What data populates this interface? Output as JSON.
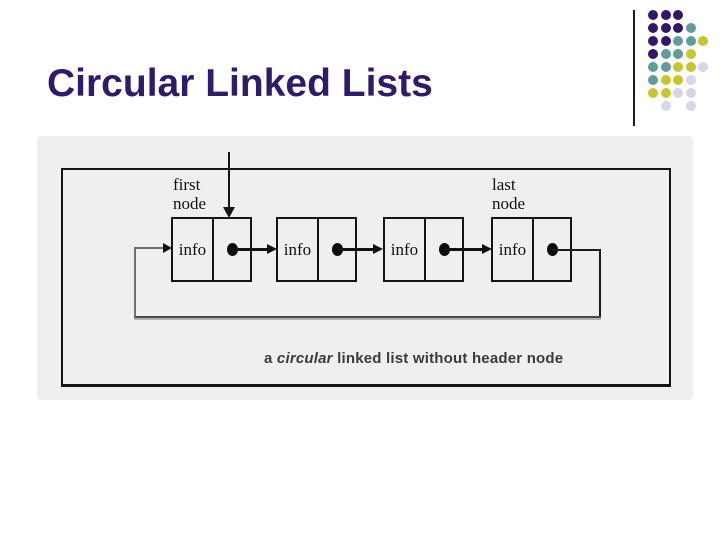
{
  "slide": {
    "title": "Circular Linked Lists",
    "title_color": "#301a6b",
    "panel_bg": "#efefef",
    "line_color": "#151515"
  },
  "decoration": {
    "colors": {
      "purple": "#31176b",
      "teal": "#5d9e9b",
      "yellow": "#c6c62d",
      "lavender": "#d5d6e7"
    },
    "pattern": [
      [
        "purple",
        "purple",
        "purple",
        "",
        ""
      ],
      [
        "purple",
        "purple",
        "purple",
        "teal",
        ""
      ],
      [
        "purple",
        "purple",
        "teal",
        "teal",
        "yellow"
      ],
      [
        "purple",
        "teal",
        "teal",
        "yellow",
        ""
      ],
      [
        "teal",
        "teal",
        "yellow",
        "yellow",
        "lavender"
      ],
      [
        "teal",
        "yellow",
        "yellow",
        "lavender",
        ""
      ],
      [
        "yellow",
        "yellow",
        "lavender",
        "lavender",
        ""
      ],
      [
        "",
        "lavender",
        "",
        "lavender",
        ""
      ]
    ]
  },
  "diagram": {
    "first_node_label": "first\nnode",
    "last_node_label": "last\nnode",
    "nodes": [
      {
        "info": "info"
      },
      {
        "info": "info"
      },
      {
        "info": "info"
      },
      {
        "info": "info"
      }
    ],
    "caption": {
      "word1": "a",
      "italic": "circular",
      "rest": "linked list without header node"
    }
  }
}
